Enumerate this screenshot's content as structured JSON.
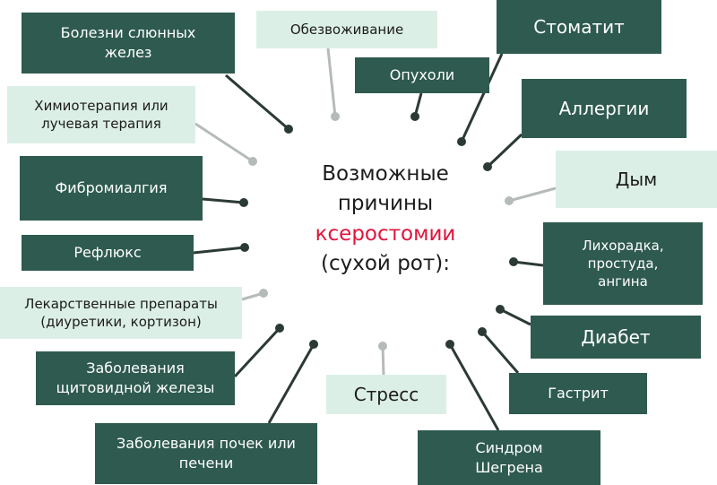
{
  "center": {
    "line1": "Возможные",
    "line2": "причины",
    "highlight": "ксеростомии",
    "line4": "(сухой рот):"
  },
  "colors": {
    "dark_box": "#2e5a4f",
    "light_box": "#dcefe6",
    "dark_connector": "#2b3a36",
    "light_connector": "#b5bbb8",
    "highlight_text": "#e0143c"
  },
  "causes": [
    {
      "key": "salivary",
      "label": "Болезни слюнных\nжелез",
      "style": "dark"
    },
    {
      "key": "dehydration",
      "label": "Обезвоживание",
      "style": "light"
    },
    {
      "key": "tumors",
      "label": "Опухоли",
      "style": "dark"
    },
    {
      "key": "stomatitis",
      "label": "Стоматит",
      "style": "dark"
    },
    {
      "key": "chemo",
      "label": "Химиотерапия или\nлучевая терапия",
      "style": "light"
    },
    {
      "key": "allergies",
      "label": "Аллергии",
      "style": "dark"
    },
    {
      "key": "smoke",
      "label": "Дым",
      "style": "light"
    },
    {
      "key": "fibromyalgia",
      "label": "Фибромиалгия",
      "style": "dark"
    },
    {
      "key": "reflux",
      "label": "Рефлюкс",
      "style": "dark"
    },
    {
      "key": "fever",
      "label": "Лихорадка,\nпростуда,\nангина",
      "style": "dark"
    },
    {
      "key": "medications",
      "label": "Лекарственные препараты\n(диуретики, кортизон)",
      "style": "light"
    },
    {
      "key": "diabetes",
      "label": "Диабет",
      "style": "dark"
    },
    {
      "key": "thyroid",
      "label": "Заболевания\nщитовидной железы",
      "style": "dark"
    },
    {
      "key": "stress",
      "label": "Стресс",
      "style": "light"
    },
    {
      "key": "gastritis",
      "label": "Гастрит",
      "style": "dark"
    },
    {
      "key": "kidney",
      "label": "Заболевания почек или\nпечени",
      "style": "dark"
    },
    {
      "key": "sjogren",
      "label": "Синдром\nШегрена",
      "style": "dark"
    }
  ]
}
